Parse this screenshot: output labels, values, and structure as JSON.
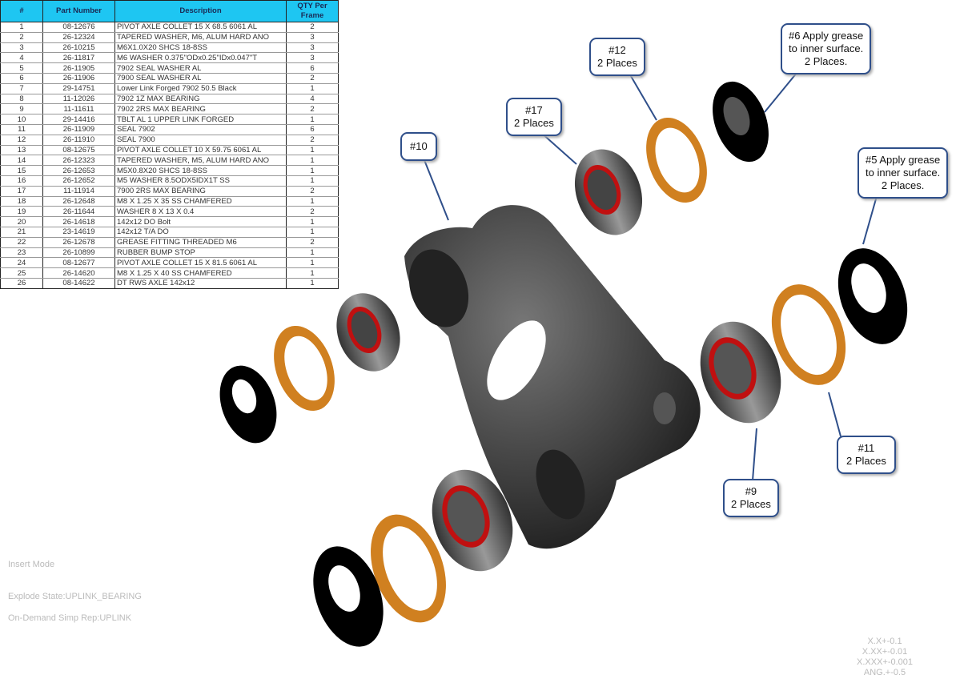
{
  "bom": {
    "headers": [
      "#",
      "Part Number",
      "Description",
      "QTY Per Frame"
    ],
    "rows": [
      [
        "1",
        "08-12676",
        "PIVOT AXLE COLLET 15 X 68.5 6061 AL",
        "2"
      ],
      [
        "2",
        "26-12324",
        "TAPERED WASHER, M6, ALUM HARD ANO",
        "3"
      ],
      [
        "3",
        "26-10215",
        "M6X1.0X20 SHCS 18-8SS",
        "3"
      ],
      [
        "4",
        "26-11817",
        "M6 WASHER 0.375\"ODx0.25\"IDx0.047\"T",
        "3"
      ],
      [
        "5",
        "26-11905",
        "7902 SEAL WASHER AL",
        "6"
      ],
      [
        "6",
        "26-11906",
        "7900 SEAL WASHER AL",
        "2"
      ],
      [
        "7",
        "29-14751",
        "Lower Link Forged 7902 50.5 Black",
        "1"
      ],
      [
        "8",
        "11-12026",
        "7902 1Z MAX BEARING",
        "4"
      ],
      [
        "9",
        "11-11611",
        "7902 2RS MAX BEARING",
        "2"
      ],
      [
        "10",
        "29-14416",
        "TBLT AL 1 UPPER LINK FORGED",
        "1"
      ],
      [
        "11",
        "26-11909",
        "SEAL 7902",
        "6"
      ],
      [
        "12",
        "26-11910",
        "SEAL 7900",
        "2"
      ],
      [
        "13",
        "08-12675",
        "PIVOT AXLE COLLET 10 X 59.75 6061 AL",
        "1"
      ],
      [
        "14",
        "26-12323",
        "TAPERED WASHER, M5, ALUM HARD ANO",
        "1"
      ],
      [
        "15",
        "26-12653",
        "M5X0.8X20 SHCS 18-8SS",
        "1"
      ],
      [
        "16",
        "26-12652",
        "M5 WASHER 8.5ODX5IDX1T SS",
        "1"
      ],
      [
        "17",
        "11-11914",
        "7900 2RS MAX BEARING",
        "2"
      ],
      [
        "18",
        "26-12648",
        "M8 X 1.25 X 35 SS CHAMFERED",
        "1"
      ],
      [
        "19",
        "26-11644",
        "WASHER 8 X 13 X 0.4",
        "2"
      ],
      [
        "20",
        "26-14618",
        "142x12 DO Bolt",
        "1"
      ],
      [
        "21",
        "23-14619",
        "142x12 T/A DO",
        "1"
      ],
      [
        "22",
        "26-12678",
        "GREASE FITTING THREADED M6",
        "2"
      ],
      [
        "23",
        "26-10899",
        "RUBBER BUMP STOP",
        "1"
      ],
      [
        "24",
        "08-12677",
        "PIVOT AXLE COLLET 15 X 81.5 6061 AL",
        "1"
      ],
      [
        "25",
        "26-14620",
        "M8 X 1.25 X 40 SS CHAMFERED",
        "1"
      ],
      [
        "26",
        "08-14622",
        "DT RWS AXLE 142x12",
        "1"
      ]
    ]
  },
  "callouts": {
    "c10": {
      "l1": "#10"
    },
    "c17": {
      "l1": "#17",
      "l2": "2 Places"
    },
    "c12": {
      "l1": "#12",
      "l2": "2 Places"
    },
    "c6": {
      "l1": "#6 Apply grease",
      "l2": "to inner surface.",
      "l3": "2 Places."
    },
    "c5": {
      "l1": "#5 Apply grease",
      "l2": "to inner surface.",
      "l3": "2 Places."
    },
    "c11": {
      "l1": "#11",
      "l2": "2 Places"
    },
    "c9": {
      "l1": "#9",
      "l2": "2 Places"
    }
  },
  "status": {
    "mode": "Insert Mode",
    "explode": "Explode State:UPLINK_BEARING",
    "simp": "On-Demand Simp Rep:UPLINK"
  },
  "tolerances": [
    "X.X+-0.1",
    "X.XX+-0.01",
    "X.XXX+-0.001",
    "ANG.+-0.5"
  ],
  "colors": {
    "header": "#1ec6f2",
    "callout_border": "#2f4f8a",
    "seal": "#d08020",
    "link": "#3a3a3a"
  }
}
